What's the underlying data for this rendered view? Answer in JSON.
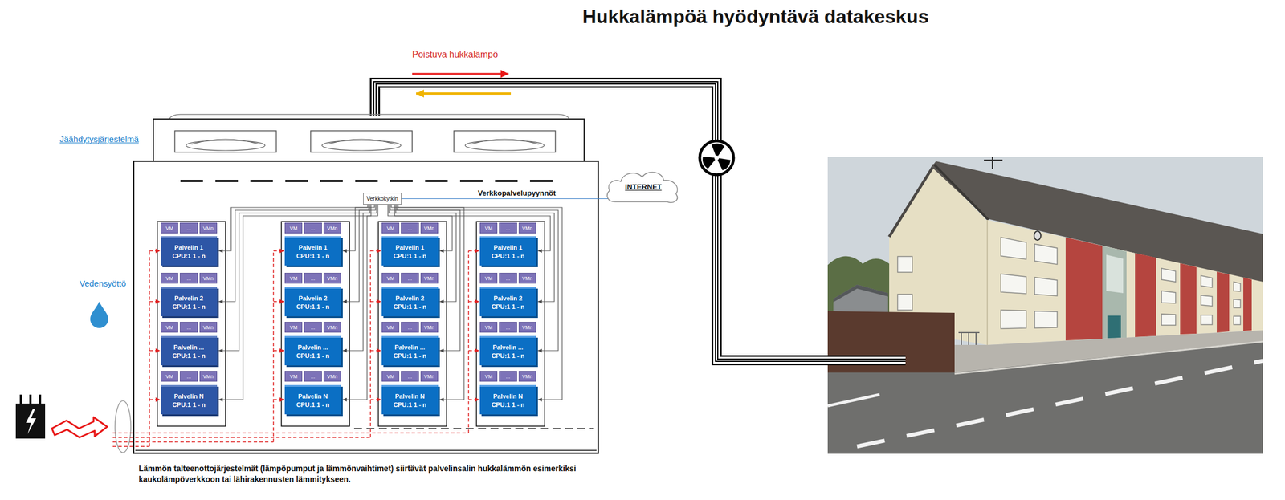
{
  "diagram": {
    "title": "Hukkalämpöä hyödyntävä datakeskus",
    "caption": "Lämmön talteenottojärjestelmät (lämpöpumput ja lämmönvaihtimet) siirtävät palvelinsalin hukkalämmön esimerkiksi kaukolämpöverkkoon tai lähirakennusten lämmitykseen.",
    "nodes": [
      {
        "text": [
          "Verkkokytkin"
        ]
      },
      {
        "text": [
          "INTERNET"
        ]
      },
      {
        "text": [
          "VM",
          "...",
          "VMn"
        ]
      },
      {
        "text": [
          "Palvelin 1",
          "CPU:1 1 - n"
        ]
      },
      {
        "text": [
          "VM",
          "...",
          "VMn"
        ]
      },
      {
        "text": [
          "Palvelin 2",
          "CPU:1 1 - n"
        ]
      },
      {
        "text": [
          "VM",
          "...",
          "VMn"
        ]
      },
      {
        "text": [
          "Palvelin ...",
          "CPU:1 1 - n"
        ]
      },
      {
        "text": [
          "VM",
          "...",
          "VMn"
        ]
      },
      {
        "text": [
          "Palvelin N",
          "CPU:1 1 - n"
        ]
      },
      {
        "text": [
          "VM",
          "...",
          "VMn"
        ]
      },
      {
        "text": [
          "Palvelin 1",
          "CPU:1 1 - n"
        ]
      },
      {
        "text": [
          "VM",
          "...",
          "VMn"
        ]
      },
      {
        "text": [
          "Palvelin 2",
          "CPU:1 1 - n"
        ]
      },
      {
        "text": [
          "VM",
          "...",
          "VMn"
        ]
      },
      {
        "text": [
          "Palvelin ...",
          "CPU:1 1 - n"
        ]
      },
      {
        "text": [
          "VM",
          "...",
          "VMn"
        ]
      },
      {
        "text": [
          "Palvelin N",
          "CPU:1 1 - n"
        ]
      },
      {
        "text": [
          "VM",
          "...",
          "VMn"
        ]
      },
      {
        "text": [
          "Palvelin 1",
          "CPU:1 1 - n"
        ]
      },
      {
        "text": [
          "VM",
          "...",
          "VMn"
        ]
      },
      {
        "text": [
          "Palvelin 2",
          "CPU:1 1 - n"
        ]
      },
      {
        "text": [
          "VM",
          "...",
          "VMn"
        ]
      },
      {
        "text": [
          "Palvelin ...",
          "CPU:1 1 - n"
        ]
      },
      {
        "text": [
          "VM",
          "...",
          "VMn"
        ]
      },
      {
        "text": [
          "Palvelin N",
          "CPU:1 1 - n"
        ]
      },
      {
        "text": [
          "VM",
          "...",
          "VMn"
        ]
      },
      {
        "text": [
          "Palvelin 1",
          "CPU:1 1 - n"
        ]
      },
      {
        "text": [
          "VM",
          "...",
          "VMn"
        ]
      },
      {
        "text": [
          "Palvelin 2",
          "CPU:1 1 - n"
        ]
      },
      {
        "text": [
          "VM",
          "...",
          "VMn"
        ]
      },
      {
        "text": [
          "Palvelin ...",
          "CPU:1 1 - n"
        ]
      },
      {
        "text": [
          "VM",
          "...",
          "VMn"
        ]
      },
      {
        "text": [
          "Palvelin N",
          "CPU:1 1 - n"
        ]
      }
    ],
    "edges": [
      {
        "from": 0,
        "to": 1,
        "label": "Verkkopalvelupyynnöt",
        "arrow": "none"
      },
      {
        "from": 0,
        "to": 3,
        "arrow": "to"
      },
      {
        "from": 0,
        "to": 5,
        "arrow": "to"
      },
      {
        "from": 0,
        "to": 7,
        "arrow": "to"
      },
      {
        "from": 0,
        "to": 9,
        "arrow": "to"
      },
      {
        "from": 0,
        "to": 11,
        "arrow": "to"
      },
      {
        "from": 0,
        "to": 13,
        "arrow": "to"
      },
      {
        "from": 0,
        "to": 15,
        "arrow": "to"
      },
      {
        "from": 0,
        "to": 17,
        "arrow": "to"
      },
      {
        "from": 0,
        "to": 19,
        "arrow": "to"
      },
      {
        "from": 0,
        "to": 21,
        "arrow": "to"
      },
      {
        "from": 0,
        "to": 23,
        "arrow": "to"
      },
      {
        "from": 0,
        "to": 25,
        "arrow": "to"
      },
      {
        "from": 0,
        "to": 27,
        "arrow": "to"
      },
      {
        "from": 0,
        "to": 29,
        "arrow": "to"
      },
      {
        "from": 0,
        "to": 31,
        "arrow": "to"
      },
      {
        "from": 0,
        "to": 33,
        "arrow": "to"
      }
    ],
    "labels": [
      "Poistuva hukkalämpö",
      "Jäähdytysjärjestelmä",
      "Vedensyöttö"
    ]
  }
}
